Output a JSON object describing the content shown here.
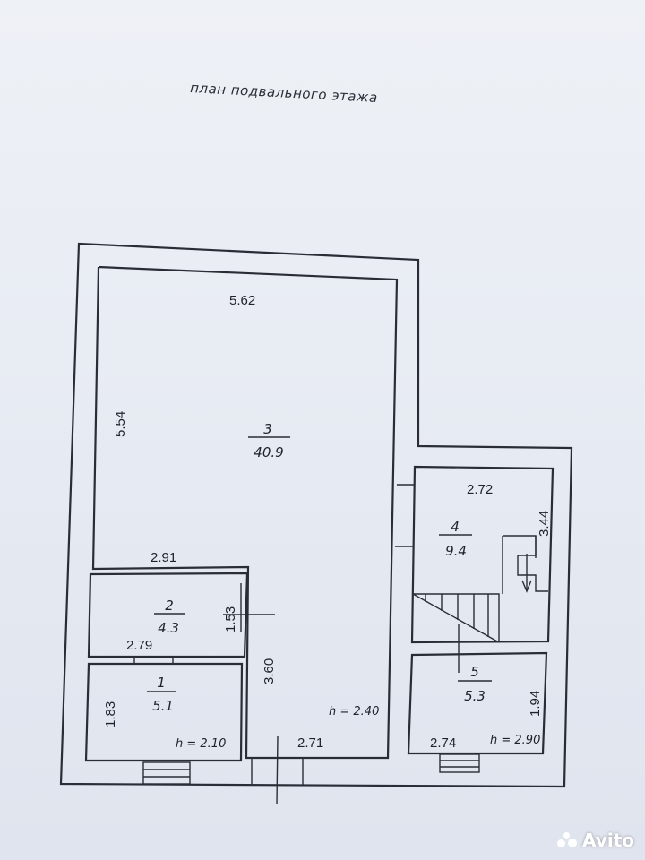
{
  "plan": {
    "title": "план подвального этажа",
    "rooms": [
      {
        "number": "1",
        "area": "5.1"
      },
      {
        "number": "2",
        "area": "4.3"
      },
      {
        "number": "3",
        "area": "40.9"
      },
      {
        "number": "4",
        "area": "9.4"
      },
      {
        "number": "5",
        "area": "5.3"
      }
    ],
    "dimensions": {
      "room3_width": "5.62",
      "room3_height": "5.54",
      "room2_width": "2.91",
      "room2_height": "1.53",
      "room1_width": "2.79",
      "room1_height": "1.83",
      "corridor_height": "3.60",
      "corridor_width": "2.71",
      "room4_width": "2.72",
      "room4_height": "3.44",
      "room5_width": "2.74",
      "room5_height": "1.94"
    },
    "heights": {
      "room1": "h = 2.10",
      "room3": "h = 2.40",
      "room5": "h = 2.90"
    }
  },
  "watermark": {
    "text": "Avito",
    "color": "#ffffff"
  }
}
